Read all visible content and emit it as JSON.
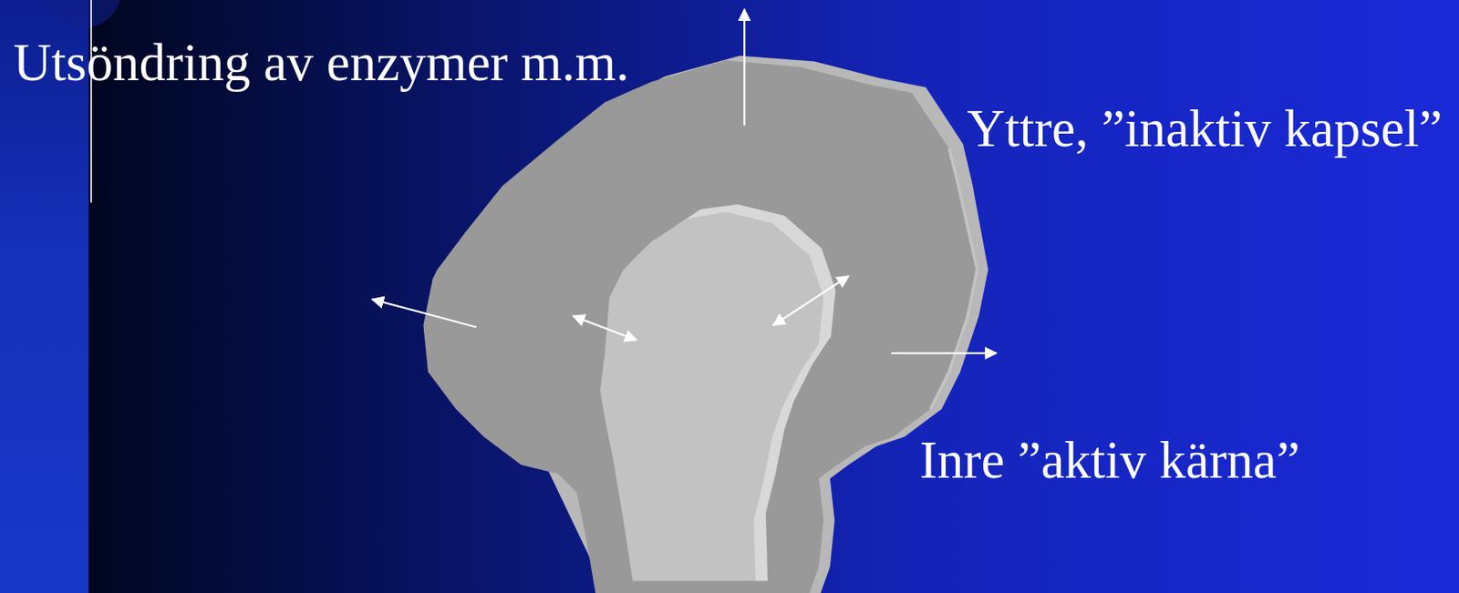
{
  "diagram": {
    "labels": [
      "Utsöndring av enzymer m.m.",
      "Yttre, ”inaktiv kapsel”",
      "Inre ”aktiv kärna”"
    ]
  }
}
